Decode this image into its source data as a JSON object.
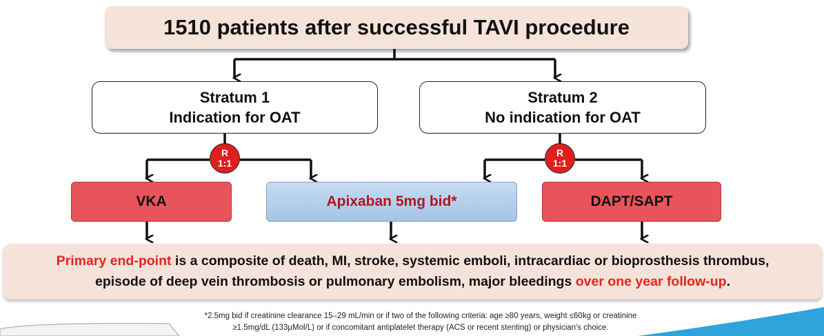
{
  "top_box": {
    "text": "1510 patients after successful TAVI procedure"
  },
  "stratum1": {
    "line1": "Stratum 1",
    "line2": "Indication for OAT"
  },
  "stratum2": {
    "line1": "Stratum 2",
    "line2": "No indication for OAT"
  },
  "randomization": {
    "line1": "R",
    "line2": "1:1"
  },
  "arms": {
    "vka": "VKA",
    "apixaban": "Apixaban 5mg bid*",
    "dapt": "DAPT/SAPT"
  },
  "endpoint": {
    "highlight1": "Primary end-point",
    "text1": " is a composite of death, MI, stroke, systemic emboli, intracardiac or bioprosthesis thrombus,",
    "text2": "episode of deep vein thrombosis or pulmonary embolism, major bleedings ",
    "highlight2": "over one year follow-up",
    "period": "."
  },
  "footnote": {
    "line1": "*2.5mg bid if creatinine clearance 15–29 mL/min or if two of the following criteria: age ≥80 years, weight ≤60kg or creatinine",
    "line2": "≥1.5mg/dL (133μMol/L) or if concomitant antiplatelet therapy (ACS or recent stenting) or physician's choice."
  },
  "colors": {
    "arm_red": "#e8545a",
    "arm_blue": "#a6c4e6",
    "highlight": "#e8231f",
    "pale_box": "#f5e2d9",
    "badge": "#e01e1e"
  }
}
